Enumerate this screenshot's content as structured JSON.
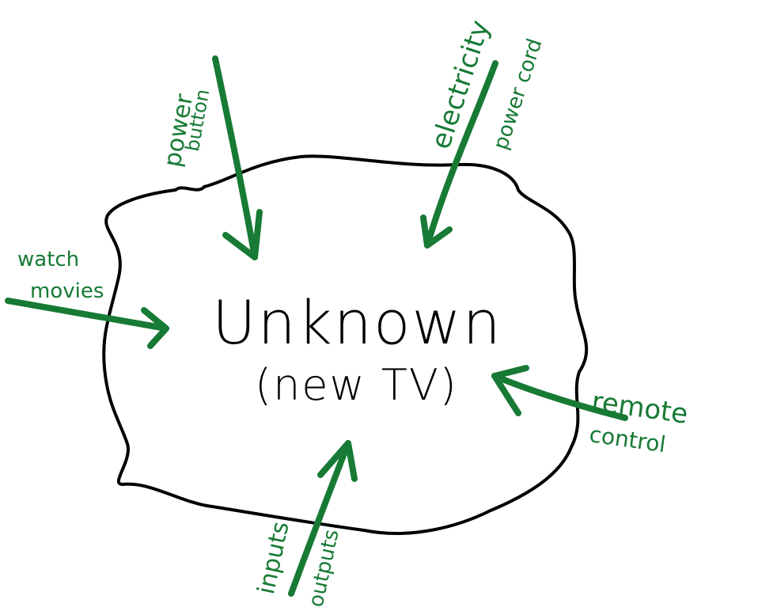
{
  "colors": {
    "outline": "#000000",
    "accent": "#177a35",
    "background": "#ffffff"
  },
  "center": {
    "line1": "Unknown",
    "line2": "(new TV)"
  },
  "labels": {
    "power_button_1": "power",
    "power_button_2": "button",
    "electricity": "electricity",
    "power_cord": "power cord",
    "watch_movies_1": "watch",
    "watch_movies_2": "movies",
    "remote_control_1": "remote",
    "remote_control_2": "control",
    "inputs": "inputs",
    "outputs": "outputs"
  }
}
